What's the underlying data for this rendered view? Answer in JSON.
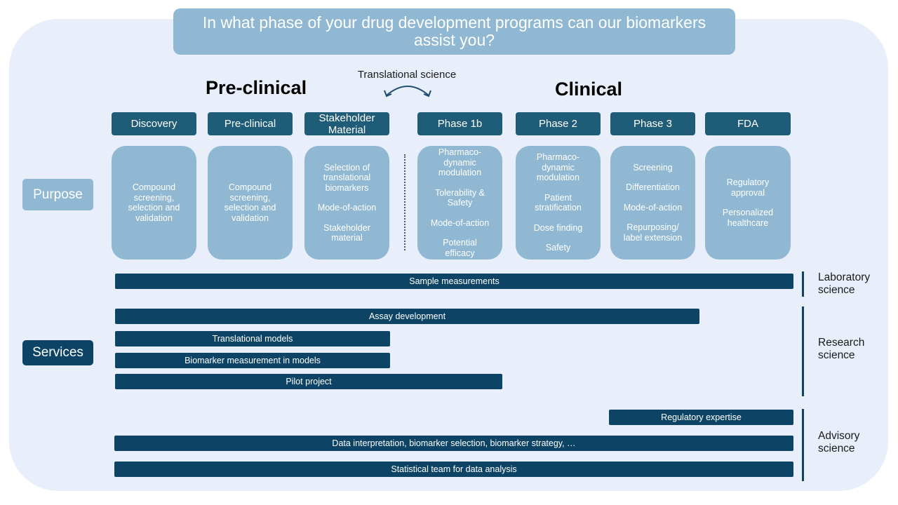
{
  "title": "In what phase of your drug development programs can our biomarkers assist you?",
  "sections": {
    "preclinical": "Pre-clinical",
    "clinical": "Clinical",
    "translational": "Translational science"
  },
  "phases": [
    "Discovery",
    "Pre-clinical",
    "Stakeholder\nMaterial",
    "Phase 1b",
    "Phase 2",
    "Phase 3",
    "FDA"
  ],
  "purpose_label": "Purpose",
  "services_label": "Services",
  "purposes": [
    [
      "Compound\nscreening,\nselection and\nvalidation"
    ],
    [
      "Compound\nscreening,\nselection and\nvalidation"
    ],
    [
      "Selection of\ntranslational\nbiomarkers",
      "Mode-of-action",
      "Stakeholder\nmaterial"
    ],
    [
      "Pharmaco-\ndynamic\nmodulation",
      "Tolerability &\nSafety",
      "Mode-of-action",
      "Potential\nefficacy"
    ],
    [
      "Pharmaco-\ndynamic\nmodulation",
      "Patient\nstratification",
      "Dose finding",
      "Safety"
    ],
    [
      "Screening",
      "Differentiation",
      "Mode-of-action",
      "Repurposing/\nlabel extension"
    ],
    [
      "Regulatory\napproval",
      "Personalized\nhealthcare"
    ]
  ],
  "services": {
    "sample_measurements": "Sample measurements",
    "assay_development": "Assay development",
    "translational_models": "Translational models",
    "biomarker_measurement": "Biomarker measurement in models",
    "pilot_project": "Pilot project",
    "regulatory_expertise": "Regulatory expertise",
    "data_interpretation": "Data interpretation, biomarker selection, biomarker strategy, …",
    "statistical_team": "Statistical team for data analysis"
  },
  "science_labels": {
    "laboratory": "Laboratory\nscience",
    "research": "Research\nscience",
    "advisory": "Advisory\nscience"
  },
  "colors": {
    "panel_bg": "#e8effa",
    "light_blue": "#90b8d2",
    "mid_blue": "#1f5c78",
    "dark_blue": "#0d4466"
  }
}
